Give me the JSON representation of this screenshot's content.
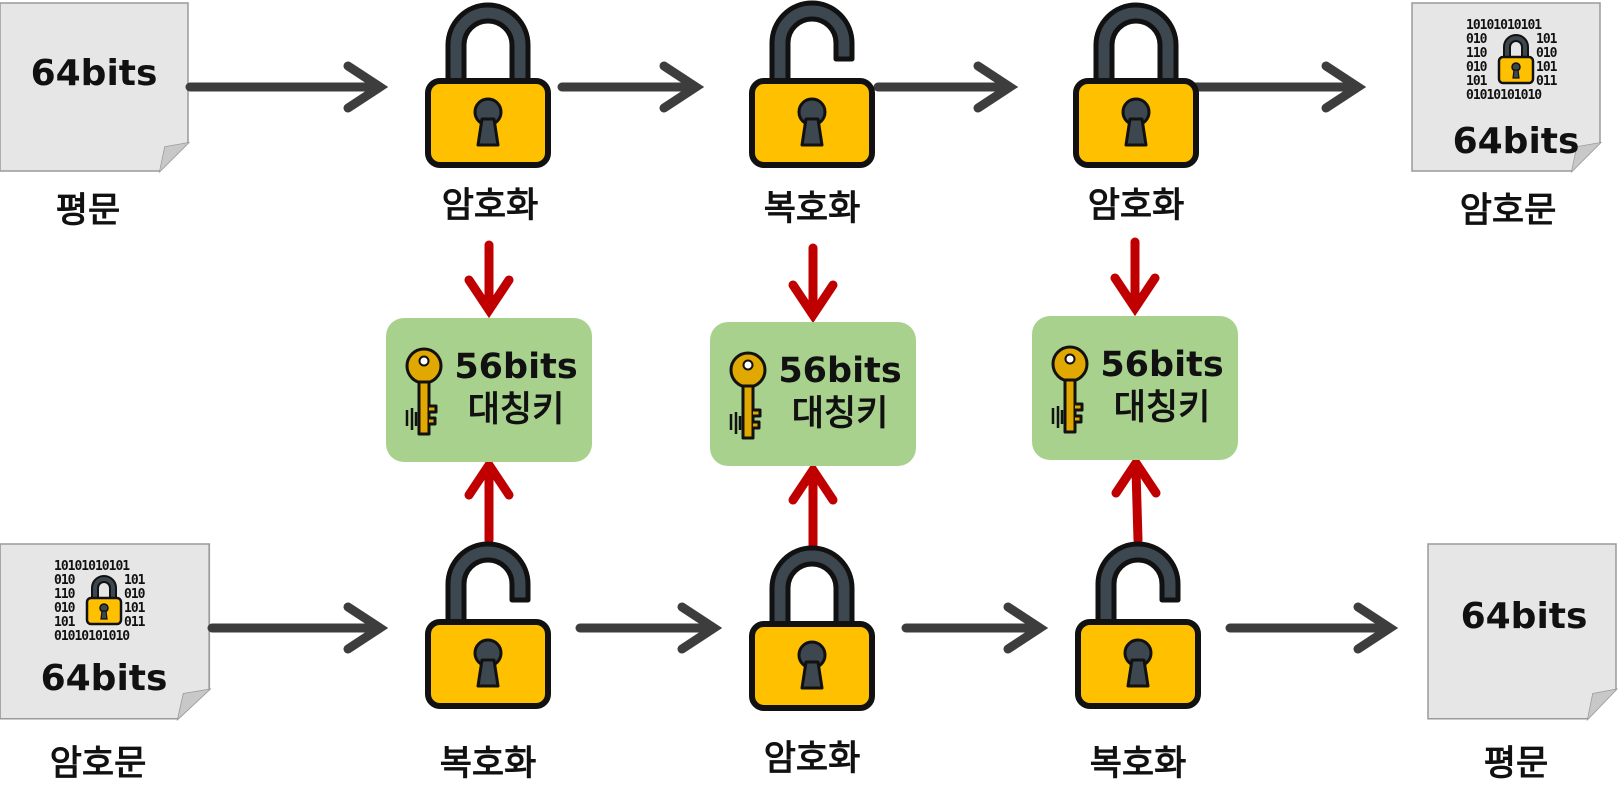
{
  "top_row": {
    "plaintext": {
      "size": "64bits",
      "label": "평문"
    },
    "steps": [
      {
        "label": "암호화",
        "lock_state": "locked"
      },
      {
        "label": "복호화",
        "lock_state": "unlocked"
      },
      {
        "label": "암호화",
        "lock_state": "locked"
      }
    ],
    "ciphertext": {
      "size": "64bits",
      "label": "암호문"
    }
  },
  "keys": [
    {
      "size": "56bits",
      "label": "대칭키"
    },
    {
      "size": "56bits",
      "label": "대칭키"
    },
    {
      "size": "56bits",
      "label": "대칭키"
    }
  ],
  "bottom_row": {
    "ciphertext": {
      "size": "64bits",
      "label": "암호문"
    },
    "steps": [
      {
        "label": "복호화",
        "lock_state": "unlocked"
      },
      {
        "label": "암호화",
        "lock_state": "locked"
      },
      {
        "label": "복호화",
        "lock_state": "unlocked"
      }
    ],
    "plaintext": {
      "size": "64bits",
      "label": "평문"
    }
  },
  "colors": {
    "flow_arrow": "#3d3d3d",
    "key_arrow": "#c00000",
    "key_box": "#a9d18e",
    "lock_body": "#ffc000",
    "lock_shackle": "#3d4750",
    "document": "#e7e6e6",
    "key_icon": "#e0a800"
  }
}
